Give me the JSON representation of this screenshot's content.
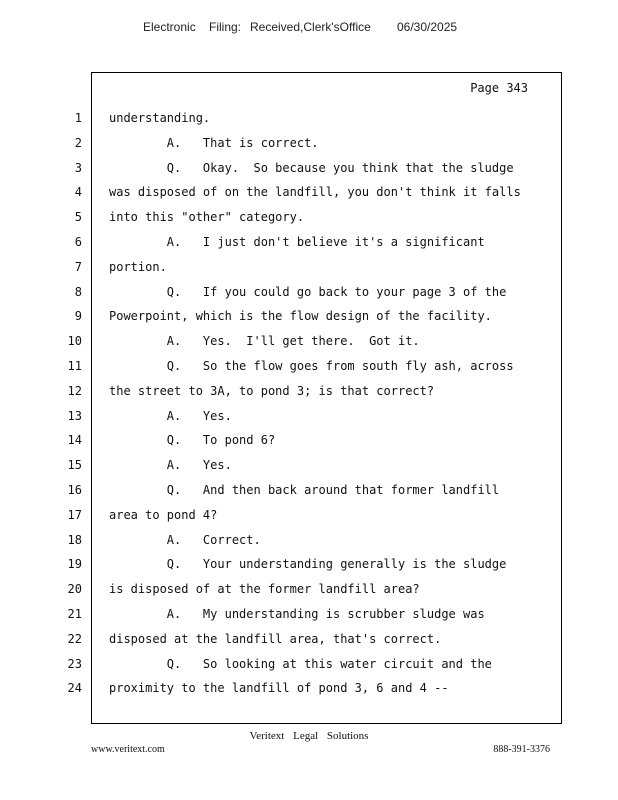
{
  "filing_header": {
    "electronic": "Electronic",
    "filing": "Filing:",
    "received": "Received,Clerk'sOffice",
    "date": "06/30/2025"
  },
  "page_label": "Page 343",
  "lines": [
    {
      "num": "1",
      "text": "understanding."
    },
    {
      "num": "2",
      "text": "        A.   That is correct."
    },
    {
      "num": "3",
      "text": "        Q.   Okay.  So because you think that the sludge"
    },
    {
      "num": "4",
      "text": "was disposed of on the landfill, you don't think it falls"
    },
    {
      "num": "5",
      "text": "into this \"other\" category."
    },
    {
      "num": "6",
      "text": "        A.   I just don't believe it's a significant"
    },
    {
      "num": "7",
      "text": "portion."
    },
    {
      "num": "8",
      "text": "        Q.   If you could go back to your page 3 of the"
    },
    {
      "num": "9",
      "text": "Powerpoint, which is the flow design of the facility."
    },
    {
      "num": "10",
      "text": "        A.   Yes.  I'll get there.  Got it."
    },
    {
      "num": "11",
      "text": "        Q.   So the flow goes from south fly ash, across"
    },
    {
      "num": "12",
      "text": "the street to 3A, to pond 3; is that correct?"
    },
    {
      "num": "13",
      "text": "        A.   Yes."
    },
    {
      "num": "14",
      "text": "        Q.   To pond 6?"
    },
    {
      "num": "15",
      "text": "        A.   Yes."
    },
    {
      "num": "16",
      "text": "        Q.   And then back around that former landfill"
    },
    {
      "num": "17",
      "text": "area to pond 4?"
    },
    {
      "num": "18",
      "text": "        A.   Correct."
    },
    {
      "num": "19",
      "text": "        Q.   Your understanding generally is the sludge"
    },
    {
      "num": "20",
      "text": "is disposed of at the former landfill area?"
    },
    {
      "num": "21",
      "text": "        A.   My understanding is scrubber sludge was"
    },
    {
      "num": "22",
      "text": "disposed at the landfill area, that's correct."
    },
    {
      "num": "23",
      "text": "        Q.   So looking at this water circuit and the"
    },
    {
      "num": "24",
      "text": "proximity to the landfill of pond 3, 6 and 4 --"
    }
  ],
  "footer": {
    "center": "Veritext Legal Solutions",
    "left": "www.veritext.com",
    "right": "888-391-3376"
  }
}
